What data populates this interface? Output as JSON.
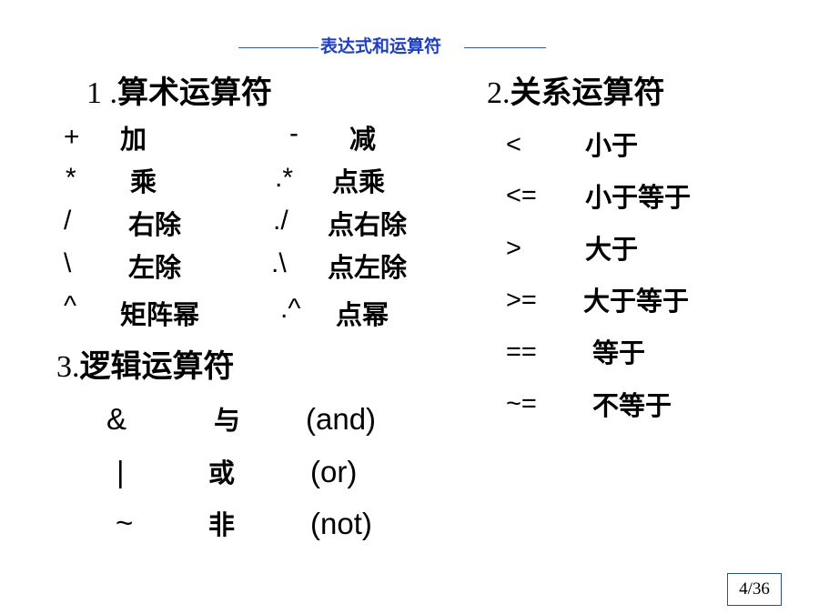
{
  "header": {
    "title": "表达式和运算符"
  },
  "arith": {
    "num": "1 .",
    "title": "算术运算符",
    "rows": [
      {
        "sym1": "+",
        "label1": "加",
        "sym2": "-",
        "label2": "减"
      },
      {
        "sym1": "*",
        "label1": "乘",
        "sym2": ".*",
        "label2": "点乘"
      },
      {
        "sym1": "/",
        "label1": "右除",
        "sym2": "./",
        "label2": "点右除"
      },
      {
        "sym1": "\\",
        "label1": "左除",
        "sym2": ".\\",
        "label2": "点左除"
      },
      {
        "sym1": "^",
        "label1": "矩阵幂",
        "sym2": ".^",
        "label2": "点幂"
      }
    ]
  },
  "relational": {
    "num": "2.",
    "title": "关系运算符",
    "rows": [
      {
        "sym": "<",
        "label": "小于"
      },
      {
        "sym": "<=",
        "label": "小于等于"
      },
      {
        "sym": ">",
        "label": "大于"
      },
      {
        "sym": ">=",
        "label": "大于等于"
      },
      {
        "sym": "==",
        "label": "等于"
      },
      {
        "sym": "~=",
        "label": "不等于"
      }
    ]
  },
  "logical": {
    "num": "3.",
    "title": "逻辑运算符",
    "rows": [
      {
        "sym": "&",
        "label": "与",
        "eng": "(and)"
      },
      {
        "sym": "|",
        "label": "或",
        "eng": "(or)"
      },
      {
        "sym": "~",
        "label": "非",
        "eng": "(not)"
      }
    ]
  },
  "page": {
    "number": "4/36"
  }
}
